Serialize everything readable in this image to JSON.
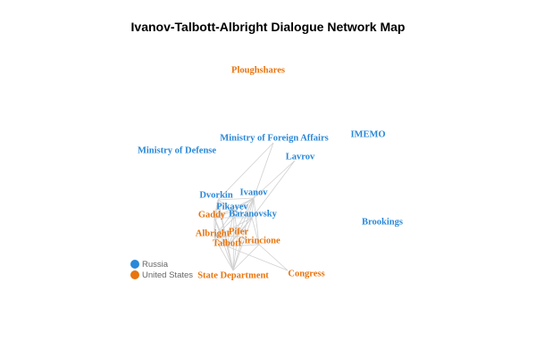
{
  "title": "Ivanov-Talbott-Albright Dialogue Network Map",
  "colors": {
    "Russia": "#2a88d8",
    "United States": "#e8740d"
  },
  "legend": [
    {
      "label": "Russia",
      "group": "Russia"
    },
    {
      "label": "United States",
      "group": "United States"
    }
  ],
  "nodes": [
    {
      "id": "ploughshares",
      "label": "Ploughshares",
      "group": "United States"
    },
    {
      "id": "mfa",
      "label": "Ministry of Foreign Affairs",
      "group": "Russia"
    },
    {
      "id": "imemo",
      "label": "IMEMO",
      "group": "Russia"
    },
    {
      "id": "mod",
      "label": "Ministry of Defense",
      "group": "Russia"
    },
    {
      "id": "lavrov",
      "label": "Lavrov",
      "group": "Russia"
    },
    {
      "id": "dvorkin",
      "label": "Dvorkin",
      "group": "Russia"
    },
    {
      "id": "ivanov",
      "label": "Ivanov",
      "group": "Russia"
    },
    {
      "id": "pikayev",
      "label": "Pikayev",
      "group": "Russia"
    },
    {
      "id": "gaddy",
      "label": "Gaddy",
      "group": "United States"
    },
    {
      "id": "baranovsky",
      "label": "Baranovsky",
      "group": "Russia"
    },
    {
      "id": "brookings",
      "label": "Brookings",
      "group": "Russia"
    },
    {
      "id": "pifer",
      "label": "Pifer",
      "group": "United States"
    },
    {
      "id": "albright",
      "label": "Albright",
      "group": "United States"
    },
    {
      "id": "talbott",
      "label": "Talbott",
      "group": "United States"
    },
    {
      "id": "cirincione",
      "label": "Cirincione",
      "group": "United States"
    },
    {
      "id": "state",
      "label": "State Department",
      "group": "United States"
    },
    {
      "id": "congress",
      "label": "Congress",
      "group": "United States"
    }
  ],
  "edges": [
    [
      "mfa",
      "ivanov"
    ],
    [
      "mfa",
      "dvorkin"
    ],
    [
      "lavrov",
      "ivanov"
    ],
    [
      "lavrov",
      "baranovsky"
    ],
    [
      "ivanov",
      "dvorkin"
    ],
    [
      "ivanov",
      "pikayev"
    ],
    [
      "ivanov",
      "baranovsky"
    ],
    [
      "ivanov",
      "gaddy"
    ],
    [
      "ivanov",
      "albright"
    ],
    [
      "ivanov",
      "talbott"
    ],
    [
      "ivanov",
      "pifer"
    ],
    [
      "ivanov",
      "state"
    ],
    [
      "ivanov",
      "cirincione"
    ],
    [
      "dvorkin",
      "pikayev"
    ],
    [
      "dvorkin",
      "gaddy"
    ],
    [
      "dvorkin",
      "albright"
    ],
    [
      "dvorkin",
      "talbott"
    ],
    [
      "dvorkin",
      "state"
    ],
    [
      "pikayev",
      "baranovsky"
    ],
    [
      "pikayev",
      "gaddy"
    ],
    [
      "pikayev",
      "albright"
    ],
    [
      "pikayev",
      "talbott"
    ],
    [
      "pikayev",
      "pifer"
    ],
    [
      "pikayev",
      "state"
    ],
    [
      "baranovsky",
      "gaddy"
    ],
    [
      "baranovsky",
      "pifer"
    ],
    [
      "baranovsky",
      "albright"
    ],
    [
      "baranovsky",
      "talbott"
    ],
    [
      "baranovsky",
      "cirincione"
    ],
    [
      "baranovsky",
      "state"
    ],
    [
      "gaddy",
      "albright"
    ],
    [
      "gaddy",
      "talbott"
    ],
    [
      "gaddy",
      "state"
    ],
    [
      "albright",
      "talbott"
    ],
    [
      "albright",
      "pifer"
    ],
    [
      "albright",
      "state"
    ],
    [
      "talbott",
      "pifer"
    ],
    [
      "talbott",
      "state"
    ],
    [
      "talbott",
      "cirincione"
    ],
    [
      "pifer",
      "cirincione"
    ],
    [
      "pifer",
      "state"
    ],
    [
      "cirincione",
      "state"
    ],
    [
      "cirincione",
      "congress"
    ],
    [
      "talbott",
      "congress"
    ]
  ]
}
